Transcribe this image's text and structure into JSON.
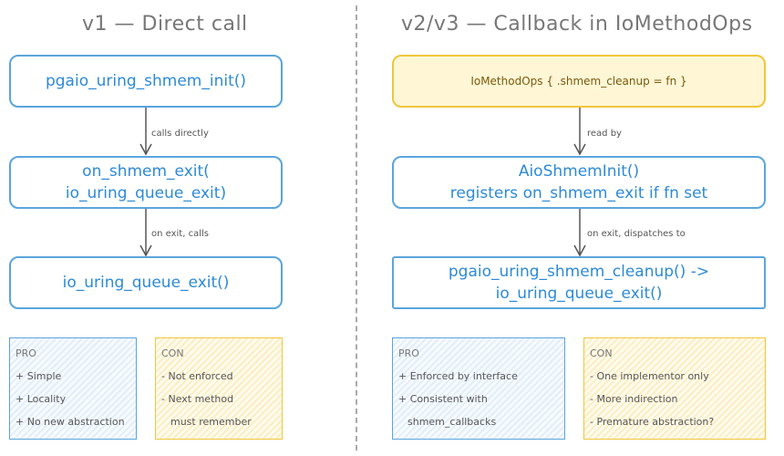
{
  "left": {
    "title": "v1 — Direct call",
    "boxes": [
      "pgaio_uring_shmem_init()",
      "on_shmem_exit(",
      "io_uring_queue_exit)",
      "io_uring_queue_exit()"
    ],
    "arrows": [
      "calls directly",
      "on exit, calls"
    ],
    "pro": {
      "header": "PRO",
      "items": [
        "+ Simple",
        "+ Locality",
        "+ No new abstraction"
      ]
    },
    "con": {
      "header": "CON",
      "items": [
        "- Not enforced",
        "- Next method",
        "must remember"
      ]
    }
  },
  "right": {
    "title": "v2/v3 — Callback in IoMethodOps",
    "boxes": [
      "IoMethodOps { .shmem_cleanup = fn }",
      "AioShmemInit()",
      "registers on_shmem_exit if fn set",
      "pgaio_uring_shmem_cleanup() ->",
      "io_uring_queue_exit()"
    ],
    "arrows": [
      "read by",
      "on exit, dispatches to"
    ],
    "pro": {
      "header": "PRO",
      "items": [
        "+ Enforced by interface",
        "+ Consistent with",
        "shmem_callbacks"
      ]
    },
    "con": {
      "header": "CON",
      "items": [
        "- One implementor only",
        "- More indirection",
        "- Premature abstraction?"
      ]
    }
  },
  "colors": {
    "blue": "#5aa5dd",
    "yellow": "#f0c63a",
    "yellow_fill": "#fff6d6"
  }
}
